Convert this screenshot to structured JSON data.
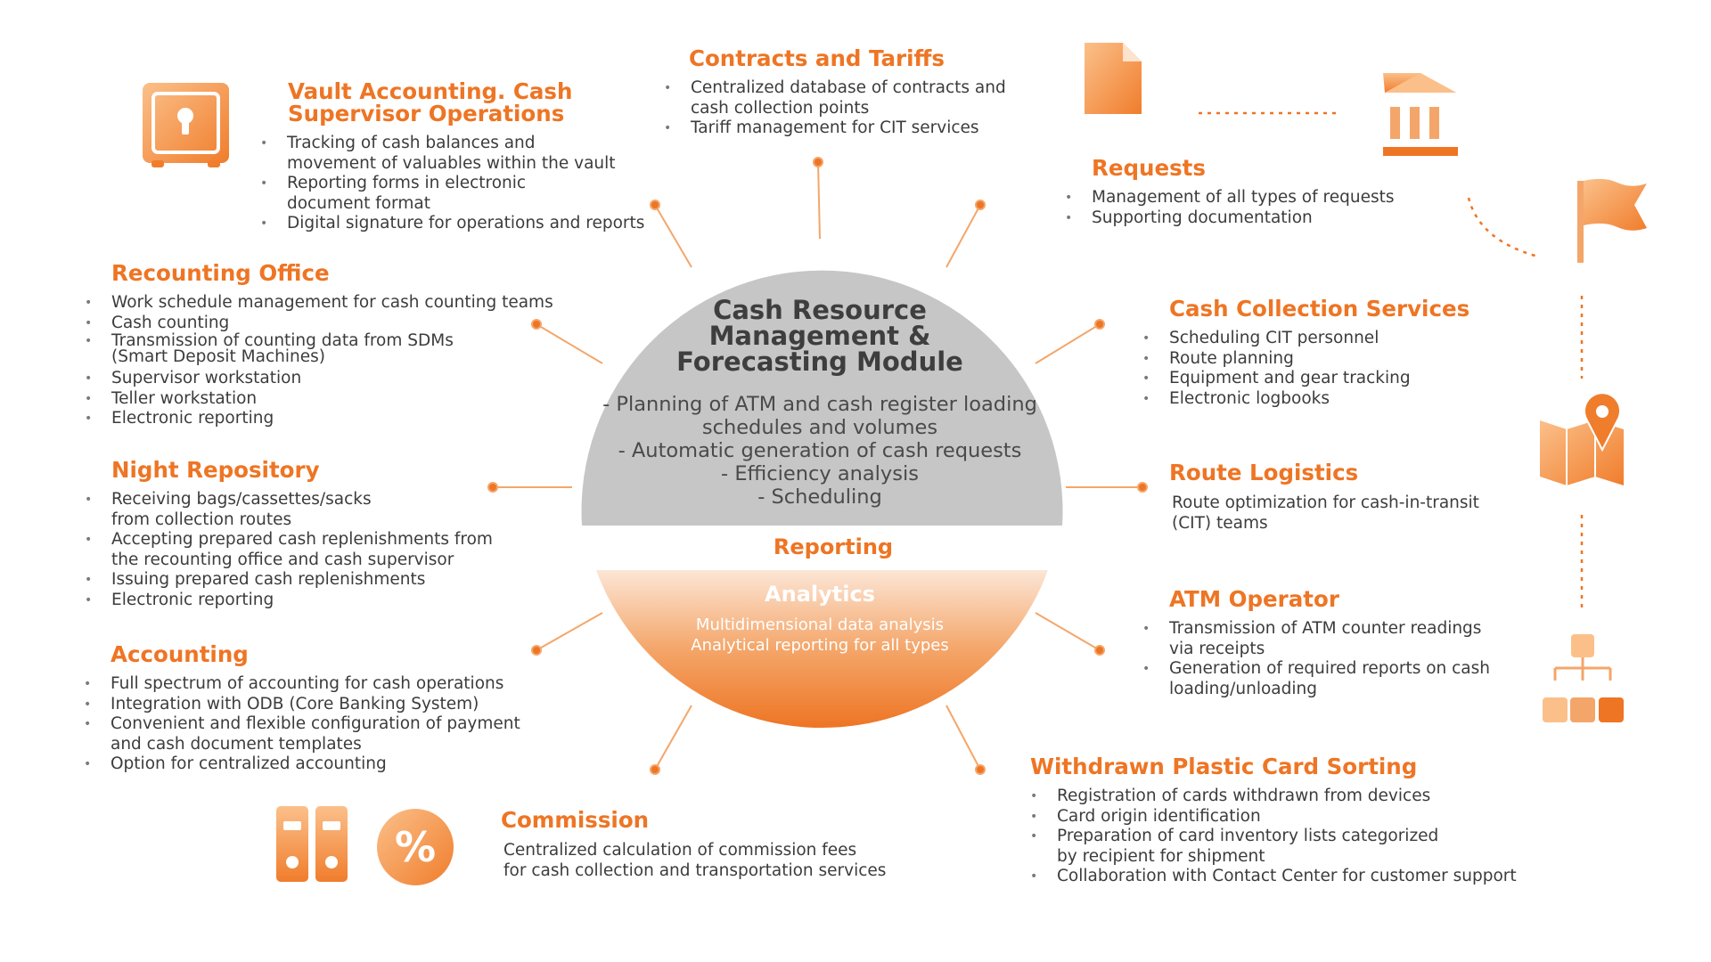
{
  "center": {
    "title": "Cash Resource\nManagement &\nForecasting Module",
    "items": [
      "- Planning of ATM and cash register loading",
      "schedules and volumes",
      "- Automatic generation of cash requests",
      "- Efficiency analysis",
      "- Scheduling"
    ],
    "reporting": "Reporting",
    "analytics_title": "Analytics",
    "analytics_items": [
      "Multidimensional data analysis",
      "Analytical reporting for all types"
    ]
  },
  "vault": {
    "title": "Vault Accounting. Cash\nSupervisor Operations",
    "items": [
      "Tracking of cash balances and\nmovement of valuables within the vault",
      "Reporting forms in electronic\ndocument format",
      "Digital signature for operations and reports"
    ]
  },
  "contracts": {
    "title": "Contracts and Tariffs",
    "items": [
      "Centralized database of contracts and\ncash collection points",
      "Tariff management for CIT services"
    ]
  },
  "requests": {
    "title": "Requests",
    "items": [
      "Management of all types of requests",
      "Supporting documentation"
    ]
  },
  "recounting": {
    "title": "Recounting Office",
    "items": [
      "Work schedule management for cash counting teams",
      "Cash counting",
      "Transmission of counting data from SDMs\n(Smart Deposit Machines)",
      "Supervisor workstation",
      "Teller workstation",
      "Electronic reporting"
    ]
  },
  "collection": {
    "title": "Cash Collection Services",
    "items": [
      "Scheduling CIT personnel",
      "Route planning",
      "Equipment and gear tracking",
      "Electronic logbooks"
    ]
  },
  "night": {
    "title": "Night Repository",
    "items": [
      "Receiving bags/cassettes/sacks\nfrom collection routes",
      "Accepting prepared cash replenishments from\nthe recounting office and cash supervisor",
      "Issuing prepared cash replenishments",
      "Electronic reporting"
    ]
  },
  "route": {
    "title": "Route Logistics",
    "text": "Route optimization for cash-in-transit\n(CIT) teams"
  },
  "atm": {
    "title": "ATM Operator",
    "items": [
      "Transmission of ATM counter readings\nvia receipts",
      "Generation of required reports on cash\nloading/unloading"
    ]
  },
  "accounting": {
    "title": "Accounting",
    "items": [
      "Full spectrum of accounting for cash operations",
      "Integration with ODB (Core Banking System)",
      "Convenient and flexible configuration of payment\nand cash document templates",
      "Option for centralized accounting"
    ]
  },
  "commission": {
    "title": "Commission",
    "text": "Centralized calculation of commission fees\nfor cash collection and transportation services"
  },
  "cards": {
    "title": "Withdrawn Plastic Card Sorting",
    "items": [
      "Registration of cards withdrawn from devices",
      "Card origin identification",
      "Preparation of card inventory lists categorized\nby recipient for shipment",
      "Collaboration with Contact Center for customer support"
    ]
  },
  "icons": {
    "vault": "safe-icon",
    "document": "document-icon",
    "bank": "bank-building-icon",
    "flag": "flag-icon",
    "map": "map-pin-icon",
    "hierarchy": "hierarchy-icon",
    "binders": "binders-icon",
    "percent_glyph": "%"
  },
  "colors": {
    "accent": "#ee7524",
    "accent_light": "#fbc08a",
    "gray_disk": "#c6c6c6",
    "text": "#3c3c3c"
  }
}
